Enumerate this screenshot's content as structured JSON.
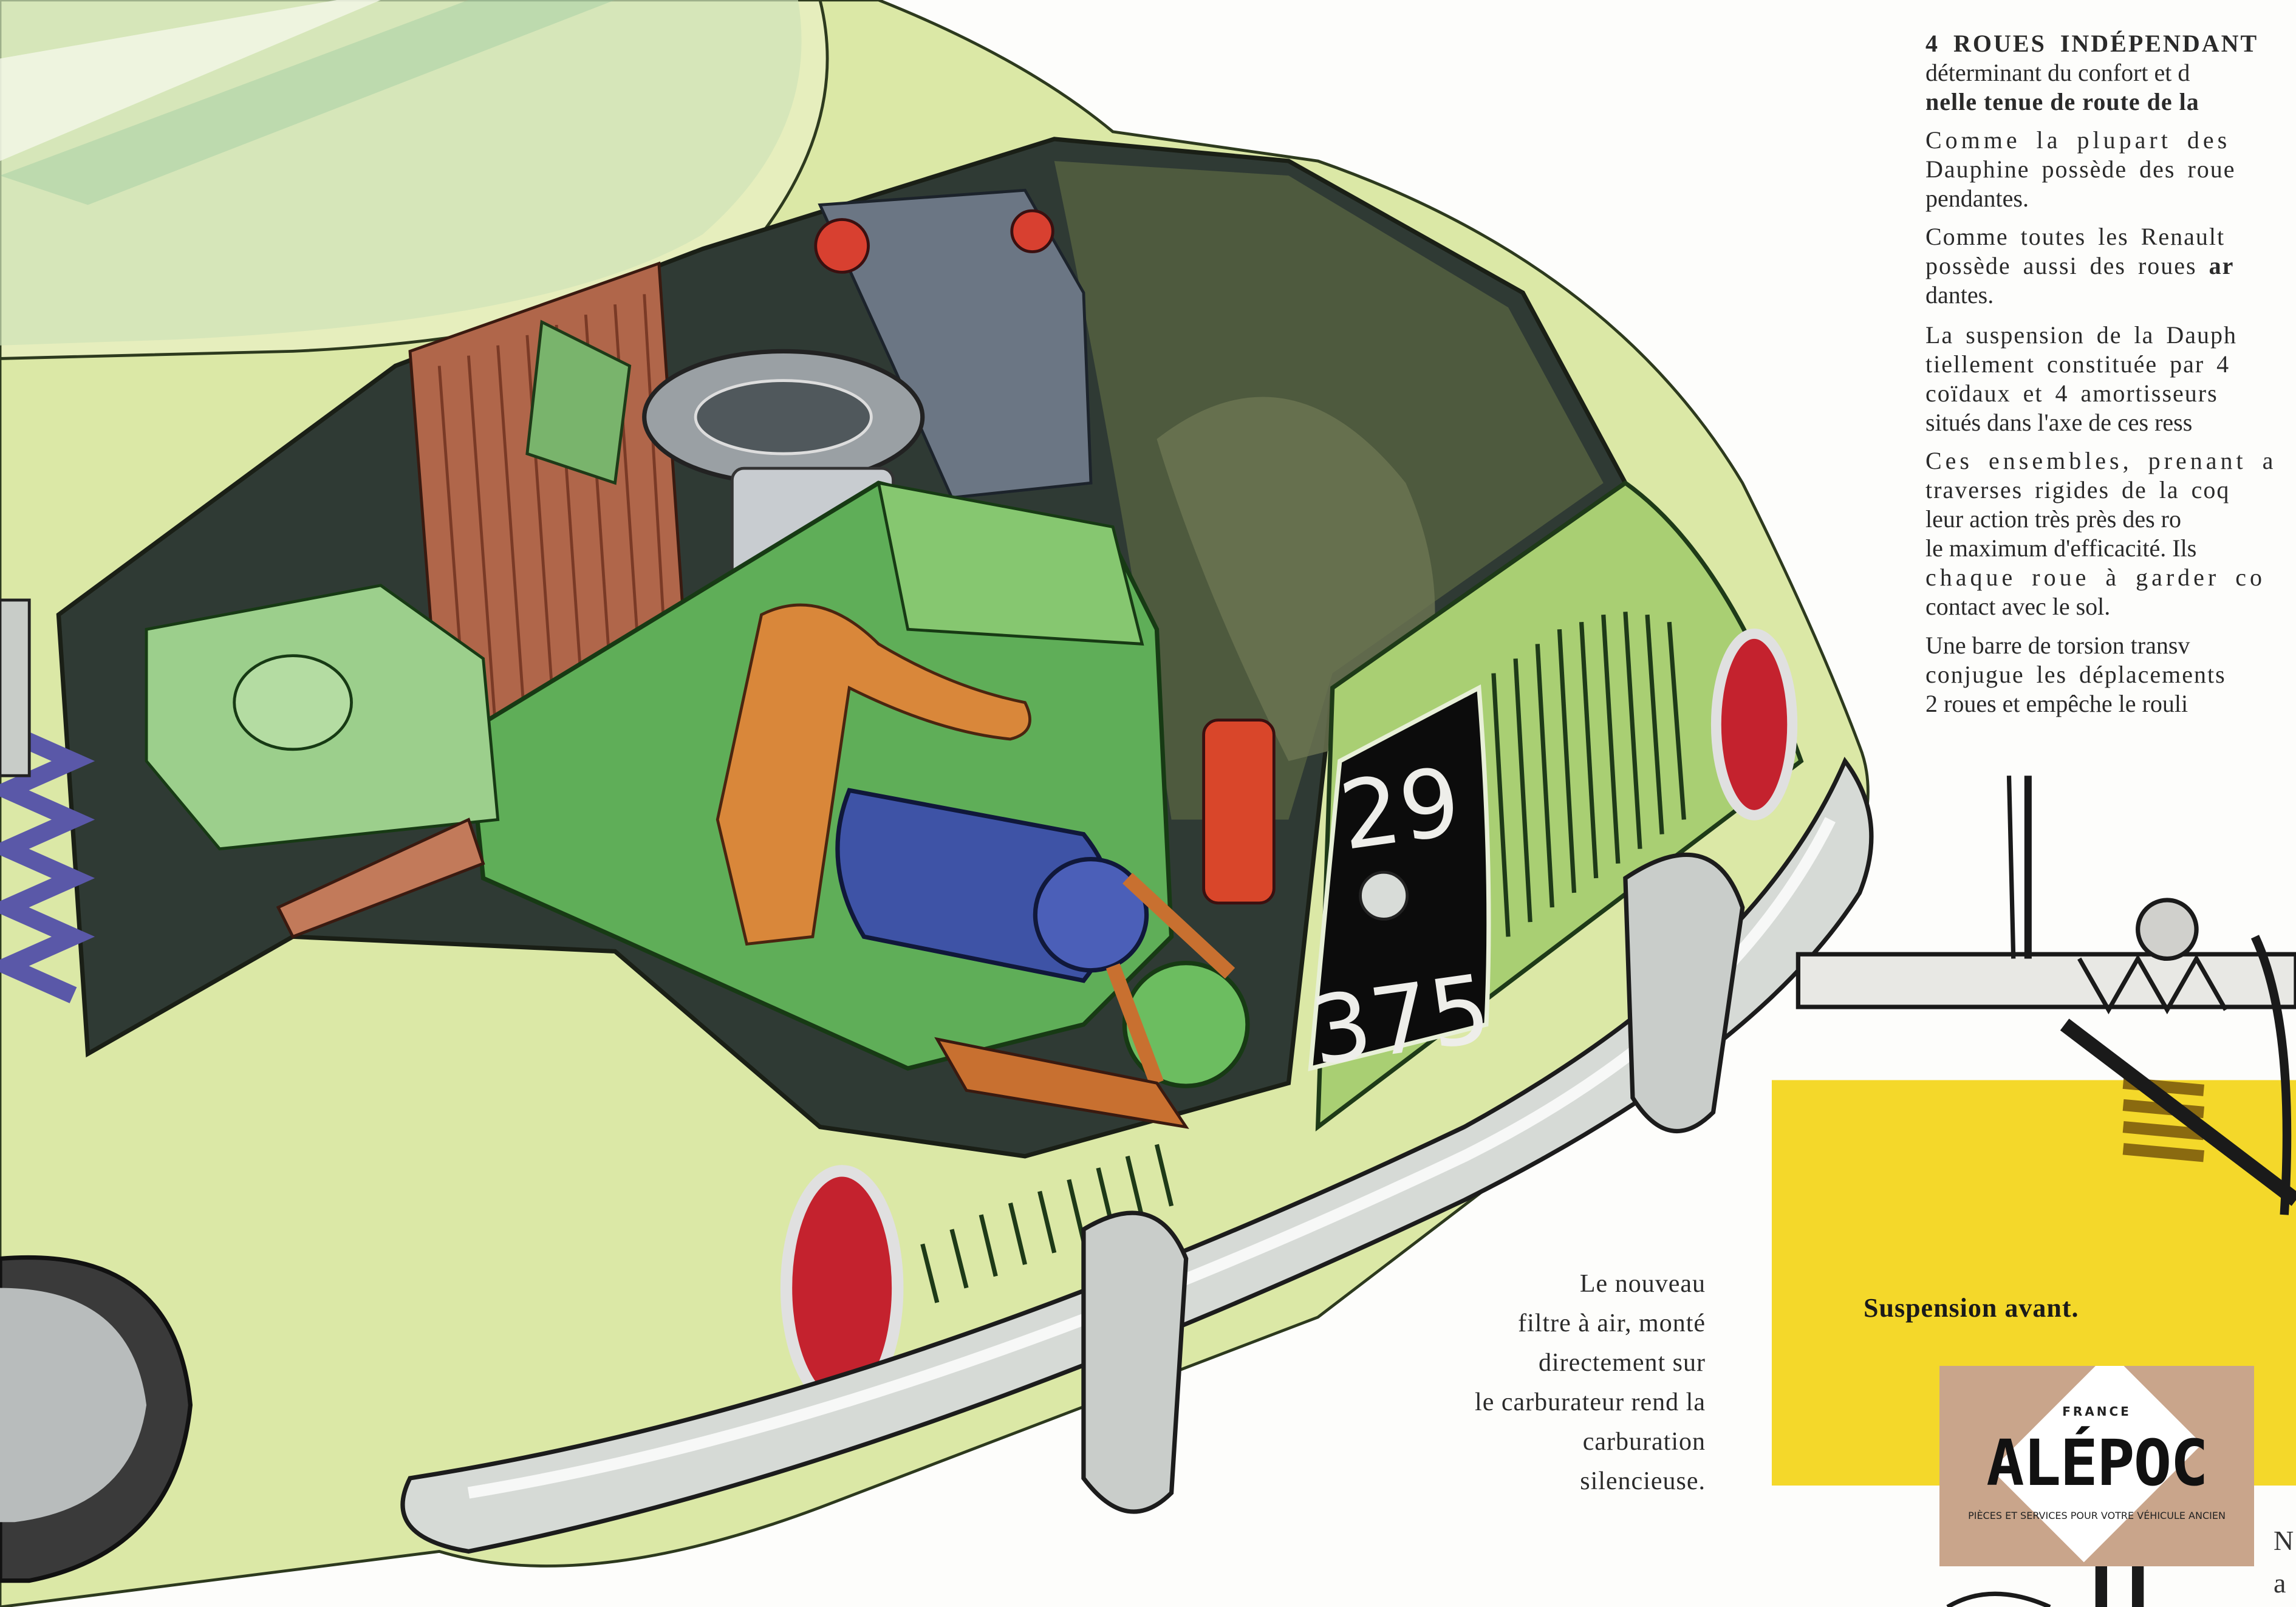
{
  "article": {
    "paragraphs": [
      {
        "lines": [
          "4 ROUES INDÉPENDANT",
          "déterminant du confort et d",
          "nelle tenue de route de la"
        ]
      },
      {
        "lines": [
          "Comme la plupart des",
          "Dauphine possède des roue",
          "pendantes."
        ]
      },
      {
        "lines": [
          "Comme toutes les Renault",
          "possède aussi des roues ",
          "dantes."
        ],
        "bold_fragment": "ar"
      },
      {
        "lines": [
          "La suspension de la Dauph",
          "tiellement constituée par 4",
          "coïdaux et 4 amortisseurs",
          "situés dans l'axe de ces ress"
        ]
      },
      {
        "lines": [
          "Ces ensembles, prenant a",
          "traverses rigides de la coq",
          "leur action très près des ro",
          "le maximum d'efficacité. Ils",
          "chaque roue à garder co",
          "contact avec le sol."
        ]
      },
      {
        "lines": [
          "Une barre de torsion transv",
          "conjugue les déplacements",
          "2 roues et empêche le rouli"
        ]
      }
    ]
  },
  "caption": {
    "lines": [
      "Le nouveau",
      "filtre à air, monté",
      "directement sur",
      "le carburateur rend la",
      "carburation",
      "silencieuse."
    ]
  },
  "illustration": {
    "plate_top": "29",
    "plate_bottom": "375"
  },
  "suspension_figure": {
    "label": "Suspension avant."
  },
  "edge_text": [
    "N",
    "a"
  ],
  "watermark": {
    "country": "FRANCE",
    "brand": "ALÉPOC",
    "tagline": "PIÈCES ET SERVICES POUR VOTRE VÉHICULE ANCIEN"
  },
  "colors": {
    "body": "#dbe8a6",
    "engine": "#5fae58",
    "yellow_panel": "#f4d82a",
    "logo_bg": "#c9a58b"
  }
}
